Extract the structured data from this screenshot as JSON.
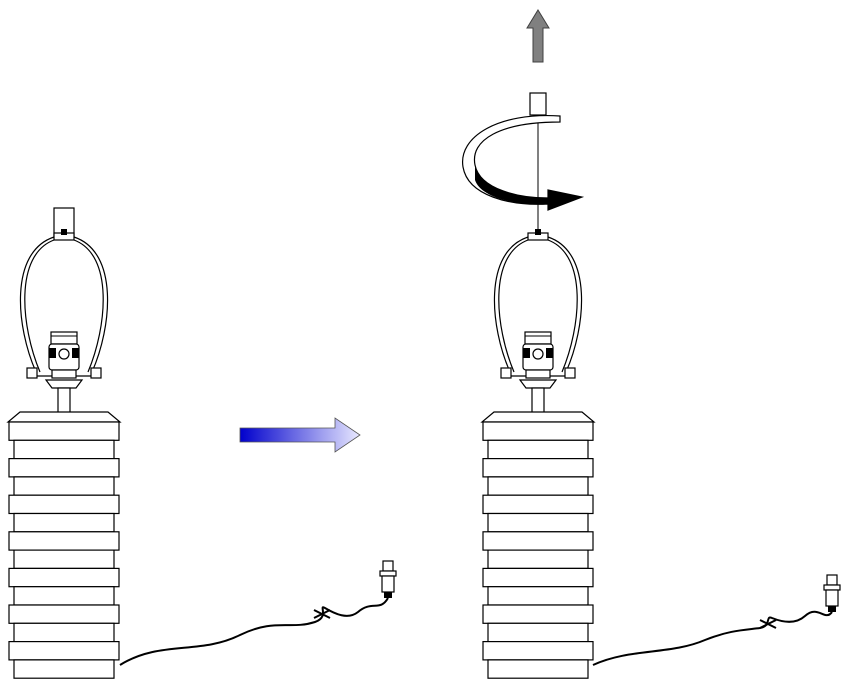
{
  "figure": {
    "kind": "assembly-instruction",
    "colors": {
      "outline": "#000000",
      "fill": "#ffffff",
      "up_arrow": "#808080",
      "transition_arrow_start": "#0000cc",
      "transition_arrow_end": "#e8e8ff",
      "rotation_arrow": "#000000"
    },
    "panels": [
      {
        "id": "before",
        "description_icon": "lamp-assembled",
        "finial": "attached",
        "base_tiers": 14
      },
      {
        "id": "after",
        "description_icon": "lamp-finial-removed",
        "finial": "unscrewed-and-lifted",
        "base_tiers": 14
      }
    ],
    "arrows": [
      {
        "name": "transition-arrow",
        "direction": "right",
        "icon": "right-arrow-icon"
      },
      {
        "name": "lift-arrow",
        "direction": "up",
        "icon": "up-arrow-icon"
      },
      {
        "name": "rotate-arrow",
        "direction": "counter-clockwise-unscrew",
        "icon": "rotate-arrow-icon"
      }
    ]
  }
}
